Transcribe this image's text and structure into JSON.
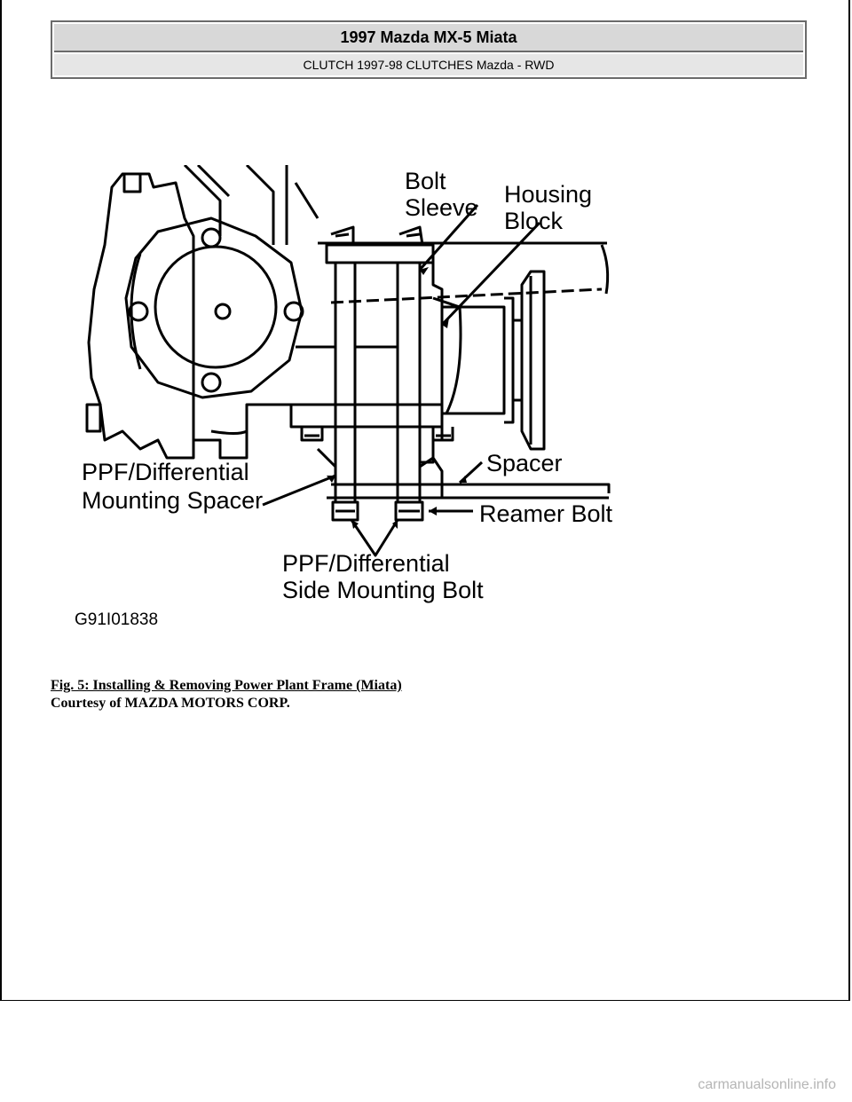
{
  "header": {
    "title": "1997 Mazda MX-5 Miata",
    "subtitle": "CLUTCH 1997-98 CLUTCHES Mazda - RWD"
  },
  "figure": {
    "labels": {
      "bolt_sleeve_1": "Bolt",
      "bolt_sleeve_2": "Sleeve",
      "housing_block_1": "Housing",
      "housing_block_2": "Block",
      "spacer": "Spacer",
      "reamer_bolt": "Reamer Bolt",
      "mounting_spacer_1": "PPF/Differential",
      "mounting_spacer_2": "Mounting Spacer",
      "side_bolt_1": "PPF/Differential",
      "side_bolt_2": "Side Mounting Bolt"
    },
    "code": "G91I01838"
  },
  "caption": {
    "title": "Fig. 5: Installing & Removing Power Plant Frame (Miata)",
    "courtesy": "Courtesy of MAZDA MOTORS CORP."
  },
  "watermark": "carmanualsonline.info"
}
